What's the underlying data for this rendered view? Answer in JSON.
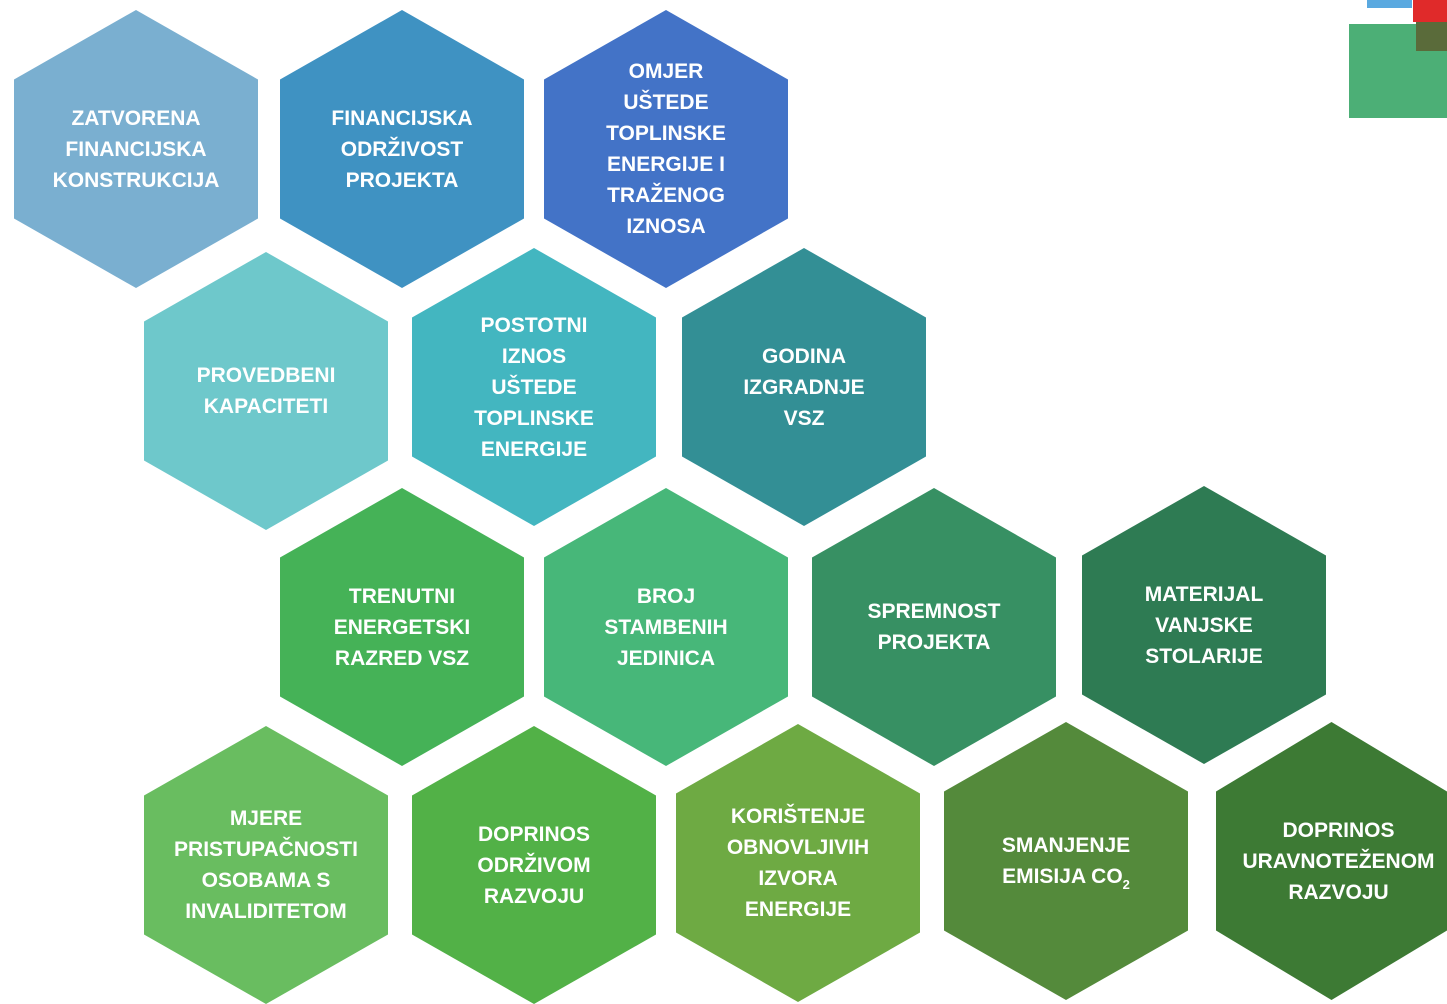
{
  "colors": {
    "background": "#ffffff",
    "text": "#ffffff",
    "logo_blue": "#5aa9e0",
    "logo_red": "#e02a2a",
    "logo_green": "#4caf76",
    "logo_dark": "#5a6b3a"
  },
  "hexagons": [
    {
      "id": "h1",
      "label": "ZATVORENA\nFINANCIJSKA\nKONSTRUKCIJA",
      "color": "#7aafd0"
    },
    {
      "id": "h2",
      "label": "FINANCIJSKA\nODRŽIVOST\nPROJEKTA",
      "color": "#3f92c2"
    },
    {
      "id": "h3",
      "label": "OMJER\nUŠTEDE\nTOPLINSKE\nENERGIJE I\nTRAŽENOG\nIZNOSA",
      "color": "#4373c7"
    },
    {
      "id": "h4",
      "label": "PROVEDBENI\nKAPACITETI",
      "color": "#6ec8cb"
    },
    {
      "id": "h5",
      "label": "POSTOTNI\nIZNOS\nUŠTEDE\nTOPLINSKE\nENERGIJE",
      "color": "#43b6c0"
    },
    {
      "id": "h6",
      "label": "GODINA\nIZGRADNJE\nVSZ",
      "color": "#338f95"
    },
    {
      "id": "h7",
      "label": "TRENUTNI\nENERGETSKI\nRAZRED VSZ",
      "color": "#45b257"
    },
    {
      "id": "h8",
      "label": "BROJ\nSTAMBENIH\nJEDINICA",
      "color": "#47b779"
    },
    {
      "id": "h9",
      "label": "SPREMNOST\nPROJEKTA",
      "color": "#379063"
    },
    {
      "id": "h10",
      "label": "MATERIJAL\nVANJSKE\nSTOLARIJE",
      "color": "#2e7b53"
    },
    {
      "id": "h11",
      "label": "MJERE\nPRISTUPAČNOSTI\nOSOBAMA S\nINVALIDITETOM",
      "color": "#69bd60"
    },
    {
      "id": "h12",
      "label": "DOPRINOS\nODRŽIVOM\nRAZVOJU",
      "color": "#52b147"
    },
    {
      "id": "h13",
      "label": "KORIŠTENJE\nOBNOVLJIVIH\nIZVORA\nENERGIJE",
      "color": "#6eaa43"
    },
    {
      "id": "h14",
      "label": "SMANJENJE\nEMISIJA CO",
      "label_subscript": "2",
      "color": "#548a3b"
    },
    {
      "id": "h15",
      "label": "DOPRINOS\nURAVNOTEŽENOM\nRAZVOJU",
      "color": "#3d7a34"
    }
  ]
}
